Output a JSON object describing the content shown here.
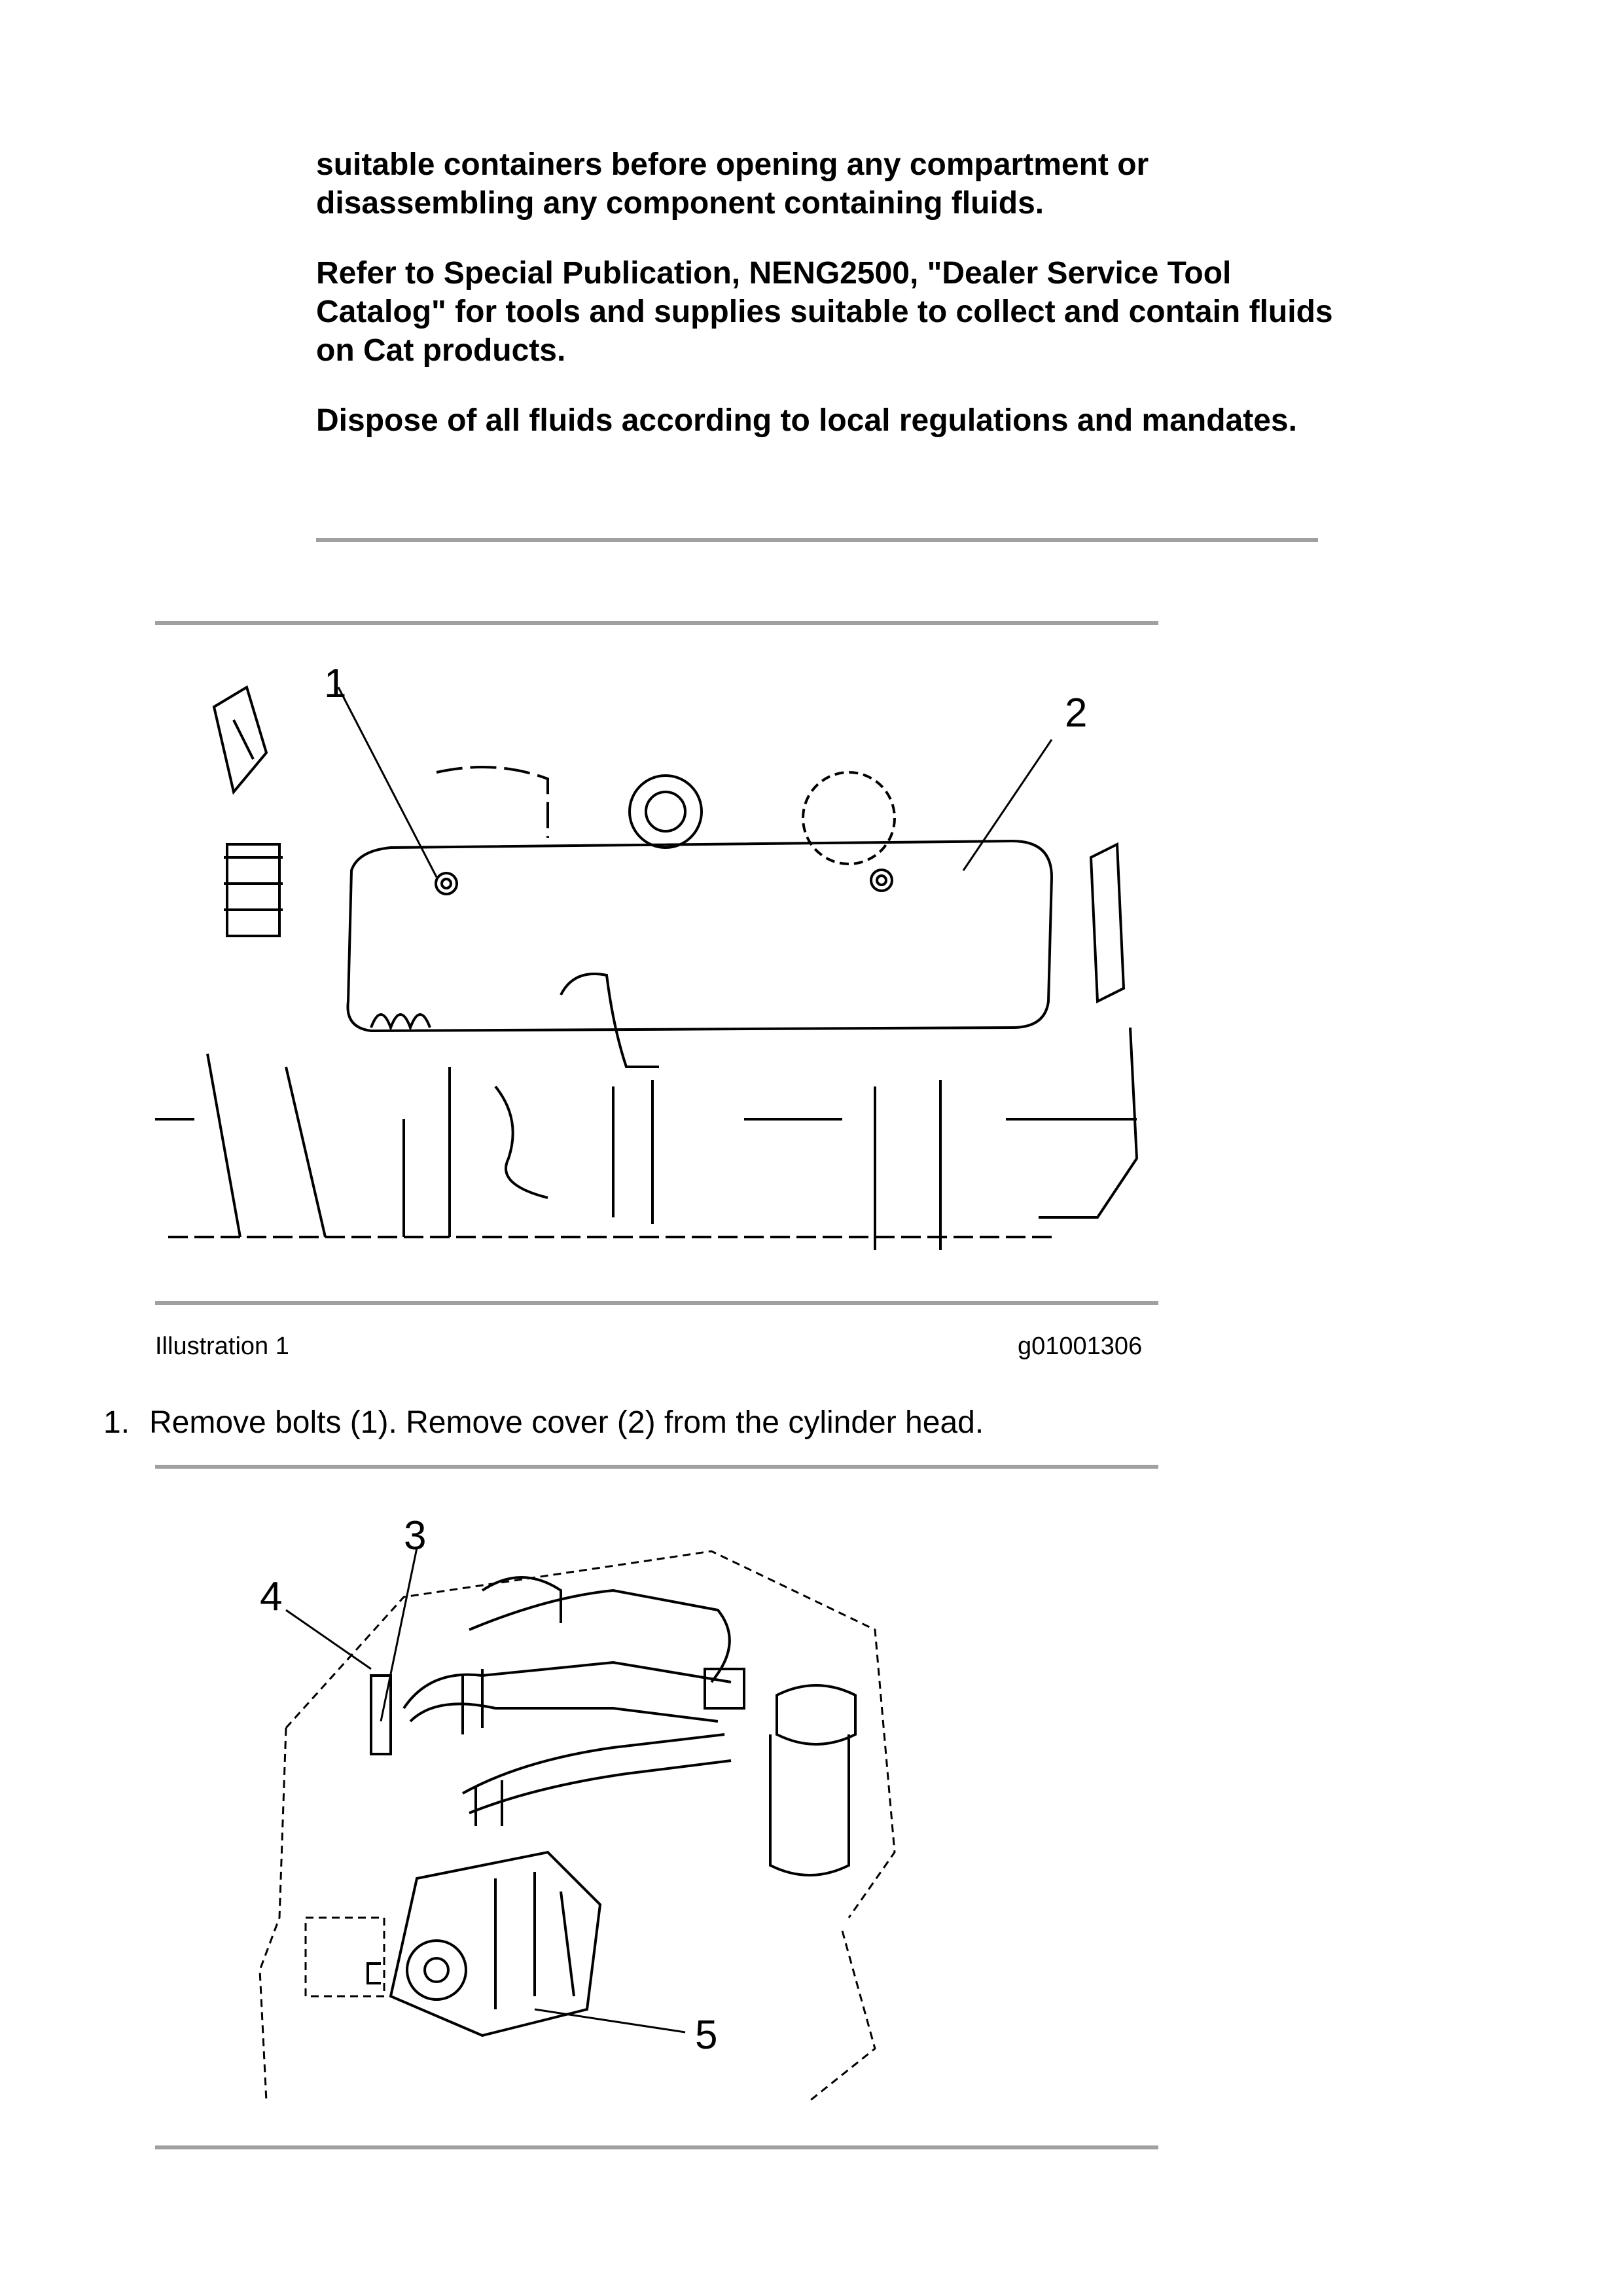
{
  "warning": {
    "paragraphs": [
      "suitable containers before opening any compartment or disassembling any component containing fluids.",
      "Refer to Special Publication, NENG2500, \"Dealer Service Tool Catalog\" for tools and supplies suitable to collect and contain fluids on Cat products.",
      "Dispose of all fluids according to local regulations and mandates."
    ]
  },
  "illustration1": {
    "label": "Illustration 1",
    "code": "g01001306",
    "callouts": [
      "1",
      "2"
    ]
  },
  "steps": [
    {
      "number": "1.",
      "text": "Remove bolts (1). Remove cover (2) from the cylinder head."
    }
  ],
  "illustration2": {
    "callouts": [
      "3",
      "4",
      "5"
    ]
  }
}
